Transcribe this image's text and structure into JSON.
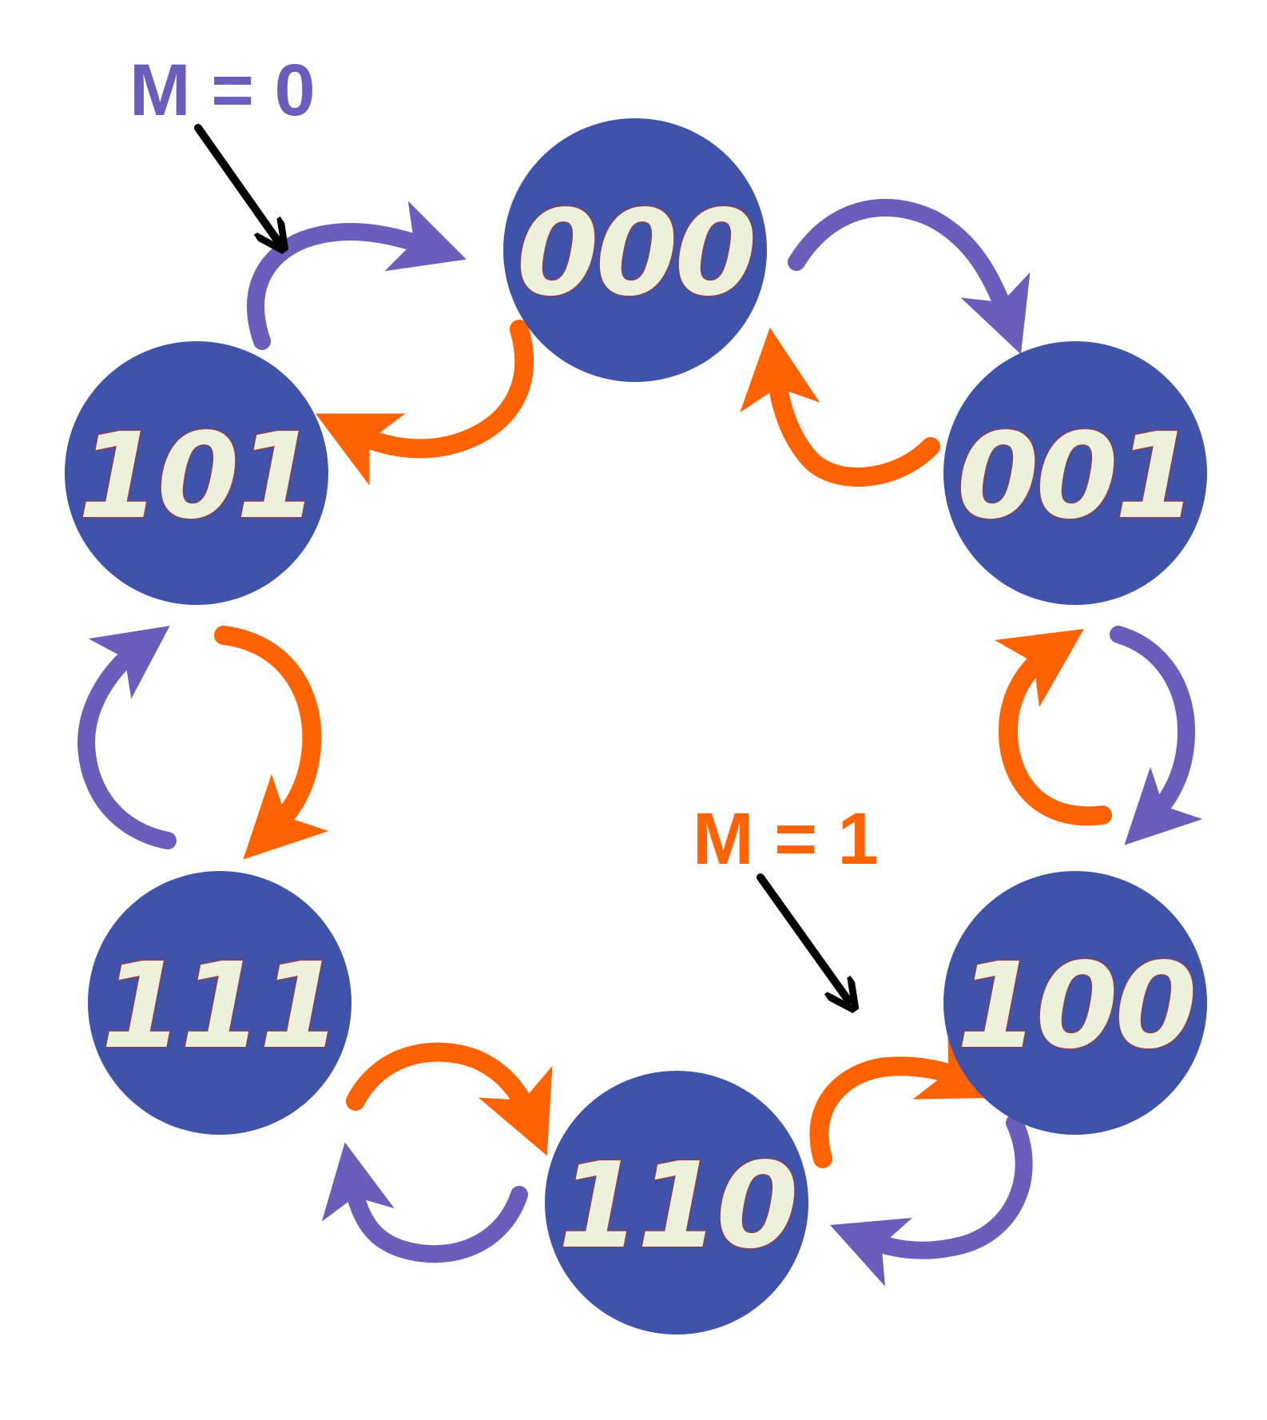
{
  "diagram": {
    "states": [
      {
        "id": "s000",
        "label": "000"
      },
      {
        "id": "s001",
        "label": "001"
      },
      {
        "id": "s100",
        "label": "100"
      },
      {
        "id": "s110",
        "label": "110"
      },
      {
        "id": "s111",
        "label": "111"
      },
      {
        "id": "s101",
        "label": "101"
      }
    ],
    "mode_labels": {
      "m0": {
        "text": "M = 0",
        "color": "#6a5ebd"
      },
      "m1": {
        "text": "M = 1",
        "color": "#ff6200"
      }
    },
    "colors": {
      "state_fill": "#3e53a9",
      "state_text": "#edf0da",
      "m0_arrow": "#6a5ebd",
      "m1_arrow": "#ff6200",
      "pointer": "#000000"
    },
    "transitions": [
      {
        "from": "000",
        "to": "001",
        "mode": "M = 0"
      },
      {
        "from": "001",
        "to": "100",
        "mode": "M = 0"
      },
      {
        "from": "100",
        "to": "110",
        "mode": "M = 0"
      },
      {
        "from": "110",
        "to": "111",
        "mode": "M = 0"
      },
      {
        "from": "111",
        "to": "101",
        "mode": "M = 0"
      },
      {
        "from": "101",
        "to": "000",
        "mode": "M = 0"
      },
      {
        "from": "000",
        "to": "101",
        "mode": "M = 1"
      },
      {
        "from": "101",
        "to": "111",
        "mode": "M = 1"
      },
      {
        "from": "111",
        "to": "110",
        "mode": "M = 1"
      },
      {
        "from": "110",
        "to": "100",
        "mode": "M = 1"
      },
      {
        "from": "100",
        "to": "001",
        "mode": "M = 1"
      },
      {
        "from": "001",
        "to": "000",
        "mode": "M = 1"
      }
    ]
  }
}
